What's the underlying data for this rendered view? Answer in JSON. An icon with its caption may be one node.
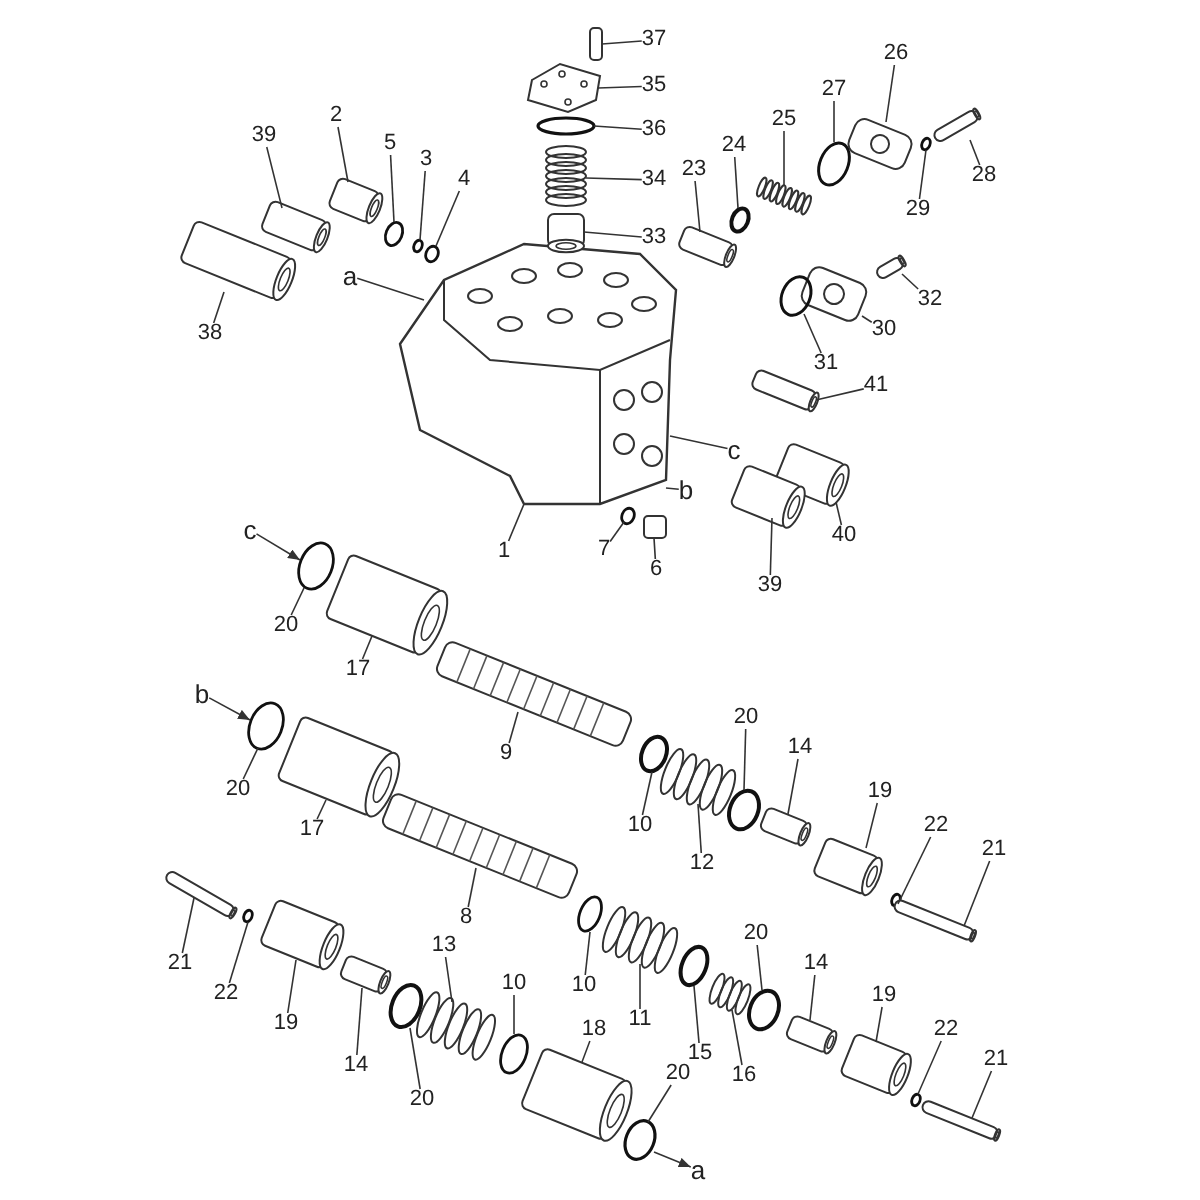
{
  "diagram": {
    "nodes": [
      {
        "text": [
          "37"
        ]
      },
      {
        "text": [
          "35"
        ]
      },
      {
        "text": [
          "26"
        ]
      },
      {
        "text": [
          "27"
        ]
      },
      {
        "text": [
          "2"
        ]
      },
      {
        "text": [
          "25"
        ]
      },
      {
        "text": [
          "36"
        ]
      },
      {
        "text": [
          "39"
        ]
      },
      {
        "text": [
          "5"
        ]
      },
      {
        "text": [
          "24"
        ]
      },
      {
        "text": [
          "3"
        ]
      },
      {
        "text": [
          "23"
        ]
      },
      {
        "text": [
          "28"
        ]
      },
      {
        "text": [
          "4"
        ]
      },
      {
        "text": [
          "34"
        ]
      },
      {
        "text": [
          "29"
        ]
      },
      {
        "text": [
          "33"
        ]
      },
      {
        "text": [
          "a"
        ]
      },
      {
        "text": [
          "32"
        ]
      },
      {
        "text": [
          "30"
        ]
      },
      {
        "text": [
          "38"
        ]
      },
      {
        "text": [
          "31"
        ]
      },
      {
        "text": [
          "41"
        ]
      },
      {
        "text": [
          "c"
        ]
      },
      {
        "text": [
          "b"
        ]
      },
      {
        "text": [
          "40"
        ]
      },
      {
        "text": [
          "7"
        ]
      },
      {
        "text": [
          "1"
        ]
      },
      {
        "text": [
          "c"
        ]
      },
      {
        "text": [
          "6"
        ]
      },
      {
        "text": [
          "39"
        ]
      },
      {
        "text": [
          "20"
        ]
      },
      {
        "text": [
          "17"
        ]
      },
      {
        "text": [
          "b"
        ]
      },
      {
        "text": [
          "20"
        ]
      },
      {
        "text": [
          "14"
        ]
      },
      {
        "text": [
          "9"
        ]
      },
      {
        "text": [
          "20"
        ]
      },
      {
        "text": [
          "19"
        ]
      },
      {
        "text": [
          "10"
        ]
      },
      {
        "text": [
          "22"
        ]
      },
      {
        "text": [
          "17"
        ]
      },
      {
        "text": [
          "21"
        ]
      },
      {
        "text": [
          "12"
        ]
      },
      {
        "text": [
          "8"
        ]
      },
      {
        "text": [
          "20"
        ]
      },
      {
        "text": [
          "13"
        ]
      },
      {
        "text": [
          "14"
        ]
      },
      {
        "text": [
          "21"
        ]
      },
      {
        "text": [
          "10"
        ]
      },
      {
        "text": [
          "10"
        ]
      },
      {
        "text": [
          "22"
        ]
      },
      {
        "text": [
          "19"
        ]
      },
      {
        "text": [
          "11"
        ]
      },
      {
        "text": [
          "19"
        ]
      },
      {
        "text": [
          "18"
        ]
      },
      {
        "text": [
          "22"
        ]
      },
      {
        "text": [
          "15"
        ]
      },
      {
        "text": [
          "21"
        ]
      },
      {
        "text": [
          "14"
        ]
      },
      {
        "text": [
          "20"
        ]
      },
      {
        "text": [
          "16"
        ]
      },
      {
        "text": [
          "20"
        ]
      },
      {
        "text": [
          "a"
        ]
      },
      {
        "text": [],
        "shape": "picture"
      },
      {
        "text": [],
        "shape": "box"
      },
      {
        "text": [],
        "shape": "picture"
      },
      {
        "text": [],
        "shape": "picture"
      },
      {
        "text": [],
        "shape": "circle"
      },
      {
        "text": [],
        "shape": "picture"
      },
      {
        "text": [],
        "shape": "picture"
      },
      {
        "text": [],
        "shape": "circle"
      },
      {
        "text": [],
        "shape": "picture"
      },
      {
        "text": [],
        "shape": "circle"
      },
      {
        "text": [],
        "shape": "circle"
      },
      {
        "text": [],
        "shape": "circle"
      },
      {
        "text": [],
        "shape": "picture"
      },
      {
        "text": [],
        "shape": "picture"
      },
      {
        "text": [],
        "shape": "circle"
      },
      {
        "text": [],
        "shape": "picture"
      },
      {
        "text": [],
        "shape": "circle"
      },
      {
        "text": [],
        "shape": "cylinder"
      },
      {
        "text": [],
        "shape": "picture"
      },
      {
        "text": [],
        "shape": "picture"
      },
      {
        "text": [],
        "shape": "picture"
      },
      {
        "text": [],
        "shape": "circle"
      },
      {
        "text": [],
        "shape": "picture"
      },
      {
        "text": [],
        "shape": "picture"
      },
      {
        "text": [],
        "shape": "circle"
      },
      {
        "text": [],
        "shape": "box"
      },
      {
        "text": [],
        "shape": "picture"
      },
      {
        "text": [],
        "shape": "circle"
      },
      {
        "text": [],
        "shape": "picture"
      },
      {
        "text": [],
        "shape": "circle"
      },
      {
        "text": [],
        "shape": "picture"
      },
      {
        "text": [],
        "shape": "picture"
      },
      {
        "text": [],
        "shape": "circle"
      },
      {
        "text": [],
        "shape": "picture"
      },
      {
        "text": [],
        "shape": "circle"
      },
      {
        "text": [],
        "shape": "circle"
      },
      {
        "text": [],
        "shape": "picture"
      },
      {
        "text": [],
        "shape": "picture"
      },
      {
        "text": [],
        "shape": "picture"
      },
      {
        "text": [],
        "shape": "picture"
      },
      {
        "text": [],
        "shape": "circle"
      },
      {
        "text": [],
        "shape": "picture"
      },
      {
        "text": [],
        "shape": "picture"
      },
      {
        "text": [],
        "shape": "picture"
      },
      {
        "text": [],
        "shape": "circle"
      },
      {
        "text": [],
        "shape": "circle"
      },
      {
        "text": [],
        "shape": "circle"
      },
      {
        "text": [],
        "shape": "picture"
      },
      {
        "text": [],
        "shape": "picture"
      },
      {
        "text": [],
        "shape": "picture"
      },
      {
        "text": [],
        "shape": "picture"
      },
      {
        "text": [],
        "shape": "circle"
      },
      {
        "text": [],
        "shape": "circle"
      },
      {
        "text": [],
        "shape": "picture"
      },
      {
        "text": [],
        "shape": "picture"
      },
      {
        "text": [],
        "shape": "circle"
      },
      {
        "text": [],
        "shape": "picture"
      },
      {
        "text": [],
        "shape": "circle"
      }
    ],
    "edges": [
      {
        "from": 0,
        "to": 65,
        "arrow": "none"
      },
      {
        "from": 1,
        "to": 66,
        "arrow": "none"
      },
      {
        "from": 2,
        "to": 67,
        "arrow": "none"
      },
      {
        "from": 3,
        "to": 68,
        "arrow": "none"
      },
      {
        "from": 4,
        "to": 69,
        "arrow": "none"
      },
      {
        "from": 5,
        "to": 70,
        "arrow": "none"
      },
      {
        "from": 6,
        "to": 71,
        "arrow": "none"
      },
      {
        "from": 7,
        "to": 72,
        "arrow": "none"
      },
      {
        "from": 8,
        "to": 73,
        "arrow": "none"
      },
      {
        "from": 9,
        "to": 74,
        "arrow": "none"
      },
      {
        "from": 10,
        "to": 75,
        "arrow": "none"
      },
      {
        "from": 11,
        "to": 76,
        "arrow": "none"
      },
      {
        "from": 12,
        "to": 77,
        "arrow": "none"
      },
      {
        "from": 13,
        "to": 78,
        "arrow": "none"
      },
      {
        "from": 14,
        "to": 79,
        "arrow": "none"
      },
      {
        "from": 15,
        "to": 80,
        "arrow": "none"
      },
      {
        "from": 16,
        "to": 81,
        "arrow": "none"
      },
      {
        "from": 17,
        "to": 64,
        "arrow": "none"
      },
      {
        "from": 18,
        "to": 82,
        "arrow": "none"
      },
      {
        "from": 19,
        "to": 83,
        "arrow": "none"
      },
      {
        "from": 20,
        "to": 84,
        "arrow": "none"
      },
      {
        "from": 21,
        "to": 85,
        "arrow": "none"
      },
      {
        "from": 22,
        "to": 86,
        "arrow": "none"
      },
      {
        "from": 23,
        "to": 64,
        "arrow": "none"
      },
      {
        "from": 24,
        "to": 64,
        "arrow": "none"
      },
      {
        "from": 25,
        "to": 87,
        "arrow": "none"
      },
      {
        "from": 26,
        "to": 88,
        "arrow": "none"
      },
      {
        "from": 27,
        "to": 64,
        "arrow": "none"
      },
      {
        "from": 28,
        "to": 91,
        "arrow": "to"
      },
      {
        "from": 29,
        "to": 89,
        "arrow": "none"
      },
      {
        "from": 30,
        "to": 90,
        "arrow": "none"
      },
      {
        "from": 31,
        "to": 91,
        "arrow": "none"
      },
      {
        "from": 32,
        "to": 92,
        "arrow": "none"
      },
      {
        "from": 33,
        "to": 96,
        "arrow": "to"
      },
      {
        "from": 34,
        "to": 93,
        "arrow": "none"
      },
      {
        "from": 35,
        "to": 94,
        "arrow": "none"
      },
      {
        "from": 36,
        "to": 95,
        "arrow": "none"
      },
      {
        "from": 37,
        "to": 96,
        "arrow": "none"
      },
      {
        "from": 38,
        "to": 97,
        "arrow": "none"
      },
      {
        "from": 39,
        "to": 98,
        "arrow": "none"
      },
      {
        "from": 40,
        "to": 99,
        "arrow": "none"
      },
      {
        "from": 41,
        "to": 100,
        "arrow": "none"
      },
      {
        "from": 42,
        "to": 101,
        "arrow": "none"
      },
      {
        "from": 43,
        "to": 102,
        "arrow": "none"
      },
      {
        "from": 44,
        "to": 103,
        "arrow": "none"
      },
      {
        "from": 45,
        "to": 104,
        "arrow": "none"
      },
      {
        "from": 46,
        "to": 105,
        "arrow": "none"
      },
      {
        "from": 47,
        "to": 106,
        "arrow": "none"
      },
      {
        "from": 48,
        "to": 107,
        "arrow": "none"
      },
      {
        "from": 49,
        "to": 108,
        "arrow": "none"
      },
      {
        "from": 50,
        "to": 109,
        "arrow": "none"
      },
      {
        "from": 51,
        "to": 110,
        "arrow": "none"
      },
      {
        "from": 52,
        "to": 111,
        "arrow": "none"
      },
      {
        "from": 53,
        "to": 112,
        "arrow": "none"
      },
      {
        "from": 54,
        "to": 113,
        "arrow": "none"
      },
      {
        "from": 55,
        "to": 114,
        "arrow": "none"
      },
      {
        "from": 56,
        "to": 115,
        "arrow": "none"
      },
      {
        "from": 57,
        "to": 116,
        "arrow": "none"
      },
      {
        "from": 58,
        "to": 117,
        "arrow": "none"
      },
      {
        "from": 59,
        "to": 118,
        "arrow": "none"
      },
      {
        "from": 60,
        "to": 119,
        "arrow": "none"
      },
      {
        "from": 61,
        "to": 120,
        "arrow": "none"
      },
      {
        "from": 62,
        "to": 121,
        "arrow": "none"
      },
      {
        "from": 119,
        "to": 63,
        "arrow": "to"
      }
    ]
  }
}
